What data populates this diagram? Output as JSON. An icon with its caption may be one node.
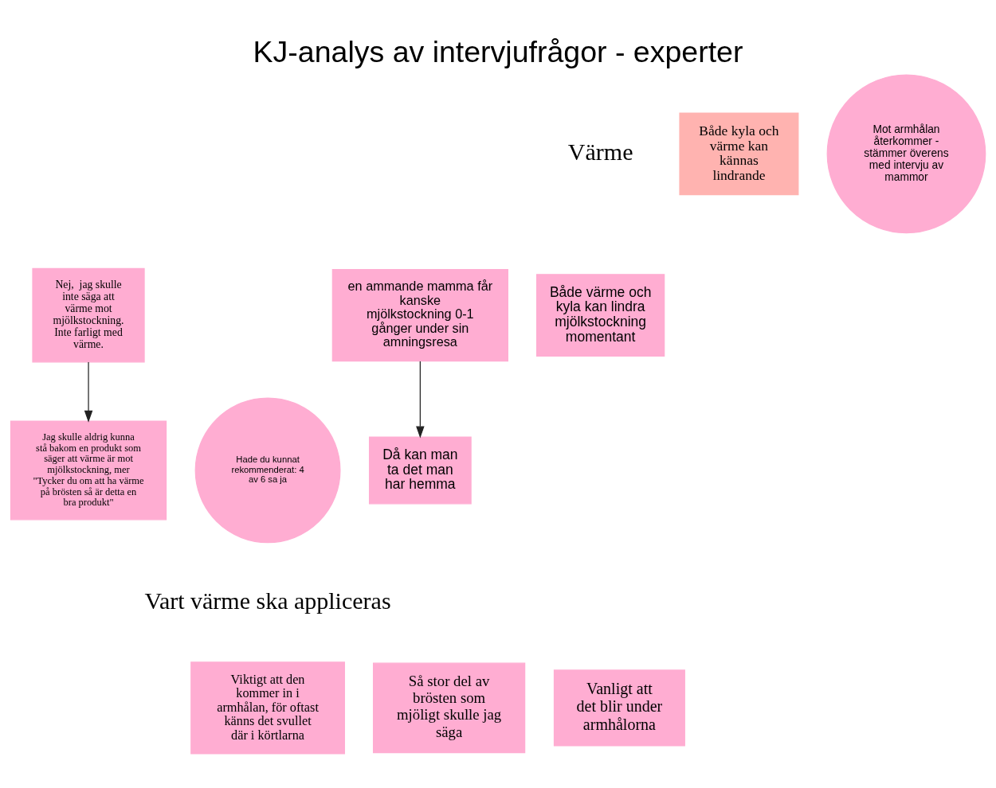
{
  "diagram": {
    "title": "KJ-analys av intervjufrågor - experter",
    "nodes": [
      {
        "text": [
          "Nej,  jag skulle inte säga att värme mot mjölkstockning. Inte farligt med värme."
        ]
      },
      {
        "text": [
          "Jag skulle aldrig kunna stå bakom en produkt som säger att värme är mot mjölkstockning, mer \"Tycker du om att ha värme på brösten så är detta en bra produkt\""
        ]
      },
      {
        "text": [
          "Både värme och kyla kan lindra mjölkstockning momentant"
        ]
      },
      {
        "text": [
          "Hade du kunnat rekommenderat: 4 av 6 sa ja"
        ]
      },
      {
        "text": [
          "en ammande mamma får kanske mjölkstockning 0-1 gånger under sin amningsresa"
        ]
      },
      {
        "text": [
          "Då kan man ta det man har hemma"
        ]
      },
      {
        "text": [
          "Så stor del av brösten som mjöligt skulle jag säga"
        ]
      },
      {
        "text": [
          "Viktigt att den kommer in i armhålan, för oftast känns det svullet där i körtlarna"
        ]
      },
      {
        "text": [
          "Vanligt att det blir under armhålorna"
        ]
      },
      {
        "text": [
          "Både kyla och värme kan kännas lindrande"
        ]
      },
      {
        "text": [
          "Mot armhålan återkommer - stämmer överens med intervju av mammor"
        ]
      }
    ],
    "edges": [
      {
        "from": 0,
        "to": 1,
        "arrow": "to"
      },
      {
        "from": 4,
        "to": 5,
        "arrow": "to"
      }
    ],
    "labels": [
      "Värme",
      "Vart värme ska appliceras"
    ]
  }
}
